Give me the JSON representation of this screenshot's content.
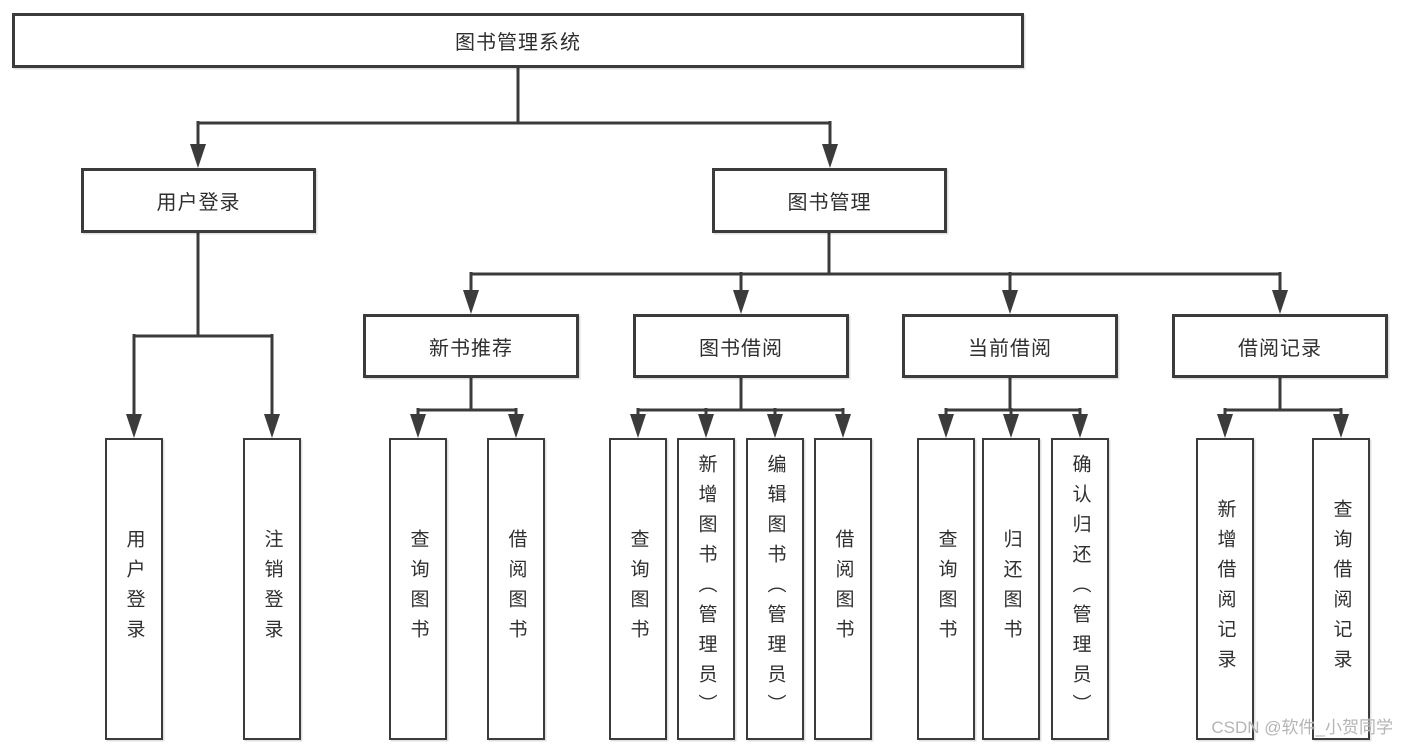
{
  "diagram": {
    "root": {
      "label": "图书管理系统"
    },
    "level2": [
      {
        "label": "用户登录",
        "parent": "图书管理系统"
      },
      {
        "label": "图书管理",
        "parent": "图书管理系统"
      }
    ],
    "level3": [
      {
        "label": "新书推荐",
        "parent": "图书管理"
      },
      {
        "label": "图书借阅",
        "parent": "图书管理"
      },
      {
        "label": "当前借阅",
        "parent": "图书管理"
      },
      {
        "label": "借阅记录",
        "parent": "图书管理"
      }
    ],
    "leaves": [
      {
        "label": "用户登录",
        "parent": "用户登录"
      },
      {
        "label": "注销登录",
        "parent": "用户登录"
      },
      {
        "label": "查询图书",
        "parent": "新书推荐"
      },
      {
        "label": "借阅图书",
        "parent": "新书推荐"
      },
      {
        "label": "查询图书",
        "parent": "图书借阅"
      },
      {
        "label": "新增图书（管理员）",
        "parent": "图书借阅"
      },
      {
        "label": "编辑图书（管理员）",
        "parent": "图书借阅"
      },
      {
        "label": "借阅图书",
        "parent": "图书借阅"
      },
      {
        "label": "查询图书",
        "parent": "当前借阅"
      },
      {
        "label": "归还图书",
        "parent": "当前借阅"
      },
      {
        "label": "确认归还（管理员）",
        "parent": "当前借阅"
      },
      {
        "label": "新增借阅记录",
        "parent": "借阅记录"
      },
      {
        "label": "查询借阅记录",
        "parent": "借阅记录"
      }
    ],
    "watermark": "CSDN @软件_小贺同学",
    "colors": {
      "line": "#3b3b3b",
      "text": "#2f2f2f",
      "watermark": "#b5b5b5",
      "background": "#ffffff"
    }
  }
}
